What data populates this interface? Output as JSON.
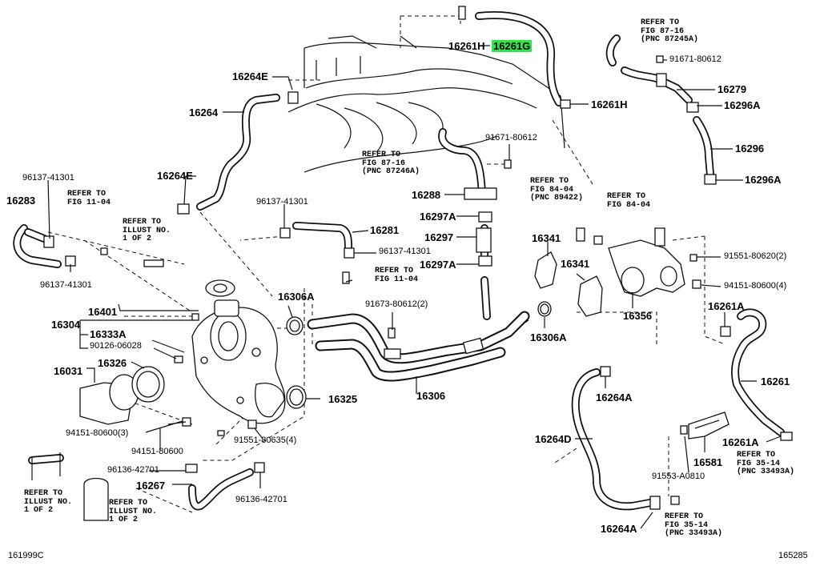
{
  "labels": {
    "p16261H_top": "16261H",
    "p16261G": "16261G",
    "p16261H_right": "16261H",
    "p16264E_top": "16264E",
    "p16264": "16264",
    "p16264E_mid": "16264E",
    "p96137_41301_a": "96137-41301",
    "p16283": "16283",
    "p96137_41301_b": "96137-41301",
    "p96137_41301_c": "96137-41301",
    "p16281": "16281",
    "p96137_41301_d": "96137-41301",
    "p16288": "16288",
    "p91671_80612_a": "91671-80612",
    "p16297A_a": "16297A",
    "p16297": "16297",
    "p16297A_b": "16297A",
    "p91671_80612_b": "91671-80612",
    "p16279": "16279",
    "p16296A_a": "16296A",
    "p16296": "16296",
    "p16296A_b": "16296A",
    "p16341_a": "16341",
    "p16341_b": "16341",
    "p16356": "16356",
    "p91551_80620": "91551-80620(2)",
    "p94151_80600_a": "94151-80600(4)",
    "p16261A_a": "16261A",
    "p16261": "16261",
    "p16261A_b": "16261A",
    "p16306A_a": "16306A",
    "p16306A_b": "16306A",
    "p91673_80612": "91673-80612(2)",
    "p16306": "16306",
    "p16401": "16401",
    "p16304": "16304",
    "p16333A": "16333A",
    "p90126_06028": "90126-06028",
    "p16326": "16326",
    "p16031": "16031",
    "p16325": "16325",
    "p94151_80600_b": "94151-80600(3)",
    "p94151_80600_c": "94151-80600",
    "p91551_80635": "91551-80635(4)",
    "p96136_42701_a": "96136-42701",
    "p16267": "16267",
    "p96136_42701_b": "96136-42701",
    "p16264A_a": "16264A",
    "p16264D": "16264D",
    "p16264A_b": "16264A",
    "p91553_A0810": "91553-A0810",
    "p16581": "16581"
  },
  "refs": {
    "r_fig87_16_top": "REFER TO\nFIG 87-16\n(PNC 87245A)",
    "r_fig87_16_mid": "REFER TO\nFIG 87-16\n(PNC 87246A)",
    "r_fig11_04_left": "REFER TO\nFIG 11-04",
    "r_illust_1of2_a": "REFER TO\nILLUST NO.\n1 OF 2",
    "r_fig11_04_mid": "REFER TO\nFIG 11-04",
    "r_fig84_04_a": "REFER TO\nFIG 84-04\n(PNC 89422)",
    "r_fig84_04_b": "REFER TO\nFIG 84-04",
    "r_fig35_14_right": "REFER TO\nFIG 35-14\n(PNC 33493A)",
    "r_fig35_14_bottom": "REFER TO\nFIG 35-14\n(PNC 33493A)",
    "r_illust_1of2_b": "REFER TO\nILLUST NO.\n1 OF 2",
    "r_illust_1of2_c": "REFER TO\nILLUST NO.\n1 OF 2"
  },
  "footer": {
    "left_code": "161999C",
    "right_code": "165285"
  },
  "highlight_color": "#2fe64a"
}
